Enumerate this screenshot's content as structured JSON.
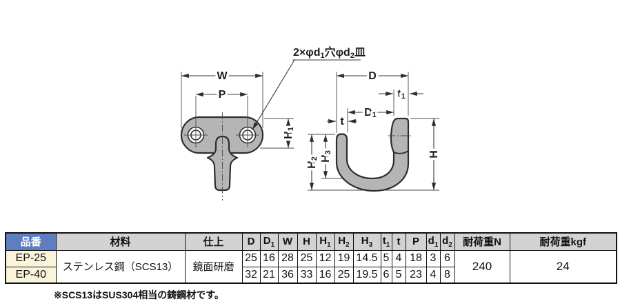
{
  "annotation": {
    "p1": "2×φd",
    "s1": "1",
    "p2": "穴φd",
    "s2": "2",
    "p3": "皿"
  },
  "dims": {
    "w": {
      "b": "W"
    },
    "p": {
      "b": "P"
    },
    "h1": {
      "b": "H",
      "s": "1"
    },
    "d": {
      "b": "D"
    },
    "d1": {
      "b": "D",
      "s": "1"
    },
    "t1": {
      "b": "t",
      "s": "1"
    },
    "t": {
      "b": "t"
    },
    "h": {
      "b": "H"
    },
    "h2": {
      "b": "H",
      "s": "2"
    },
    "h3": {
      "b": "H",
      "s": "3"
    }
  },
  "table": {
    "headers": [
      {
        "base": "品番"
      },
      {
        "base": "材料"
      },
      {
        "base": "仕上"
      },
      {
        "base": "D"
      },
      {
        "base": "D",
        "sub": "1"
      },
      {
        "base": "W"
      },
      {
        "base": "H"
      },
      {
        "base": "H",
        "sub": "1"
      },
      {
        "base": "H",
        "sub": "2"
      },
      {
        "base": "H",
        "sub": "3"
      },
      {
        "base": "t",
        "sub": "1"
      },
      {
        "base": "t"
      },
      {
        "base": "P"
      },
      {
        "base": "d",
        "sub": "1"
      },
      {
        "base": "d",
        "sub": "2"
      },
      {
        "base": "耐荷重N"
      },
      {
        "base": "耐荷重kgf"
      }
    ],
    "material": "ステンレス鋼（SCS13）",
    "finish": "鏡面研磨",
    "load_n": "240",
    "load_kgf": "24",
    "rows": [
      {
        "part_no": "EP-25",
        "values": [
          "25",
          "16",
          "28",
          "25",
          "12",
          "19",
          "14.5",
          "5",
          "4",
          "18",
          "3",
          "6"
        ]
      },
      {
        "part_no": "EP-40",
        "values": [
          "32",
          "21",
          "36",
          "33",
          "16",
          "25",
          "19.5",
          "6",
          "5",
          "23",
          "4",
          "8"
        ]
      }
    ]
  },
  "footnote": "※SCS13はSUS304相当の鋳鋼材です。",
  "colors": {
    "header_blue": "#5f7dc1",
    "header_gray": "#d3d3d3",
    "row_cream": "#faf5da",
    "part_gray": "#b4b6b4",
    "line_dark": "#2d2d2d"
  }
}
